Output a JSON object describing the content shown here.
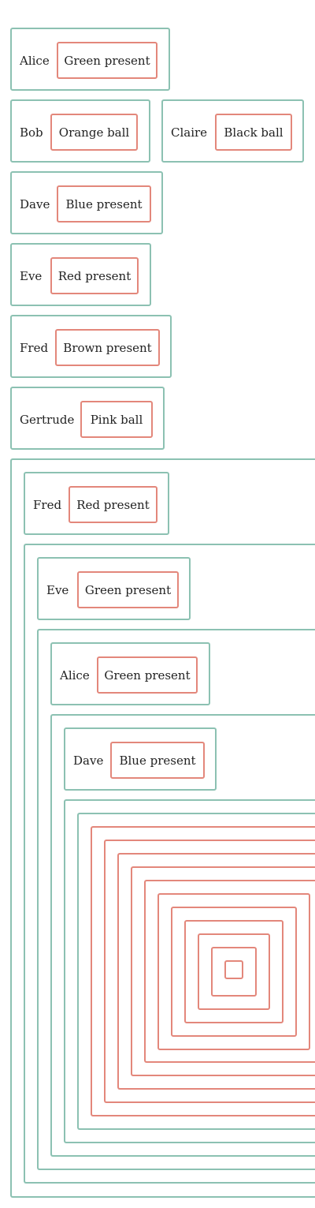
{
  "colors": {
    "person_border": "#8cc1b2",
    "gift_border": "#e3877b",
    "text": "#222222",
    "background": "#ffffff"
  },
  "people": [
    {
      "name": "Alice",
      "gift": "Green present"
    },
    {
      "name": "Bob",
      "gift": "Orange ball"
    },
    {
      "name": "Claire",
      "gift": "Black ball"
    },
    {
      "name": "Dave",
      "gift": "Blue present"
    },
    {
      "name": "Eve",
      "gift": "Red present"
    },
    {
      "name": "Fred",
      "gift": "Brown present"
    },
    {
      "name": "Gertrude",
      "gift": "Pink ball"
    }
  ],
  "nested": [
    {
      "name": "Fred",
      "gift": "Red present"
    },
    {
      "name": "Eve",
      "gift": "Green present"
    },
    {
      "name": "Alice",
      "gift": "Green present"
    },
    {
      "name": "Dave",
      "gift": "Blue present"
    }
  ]
}
